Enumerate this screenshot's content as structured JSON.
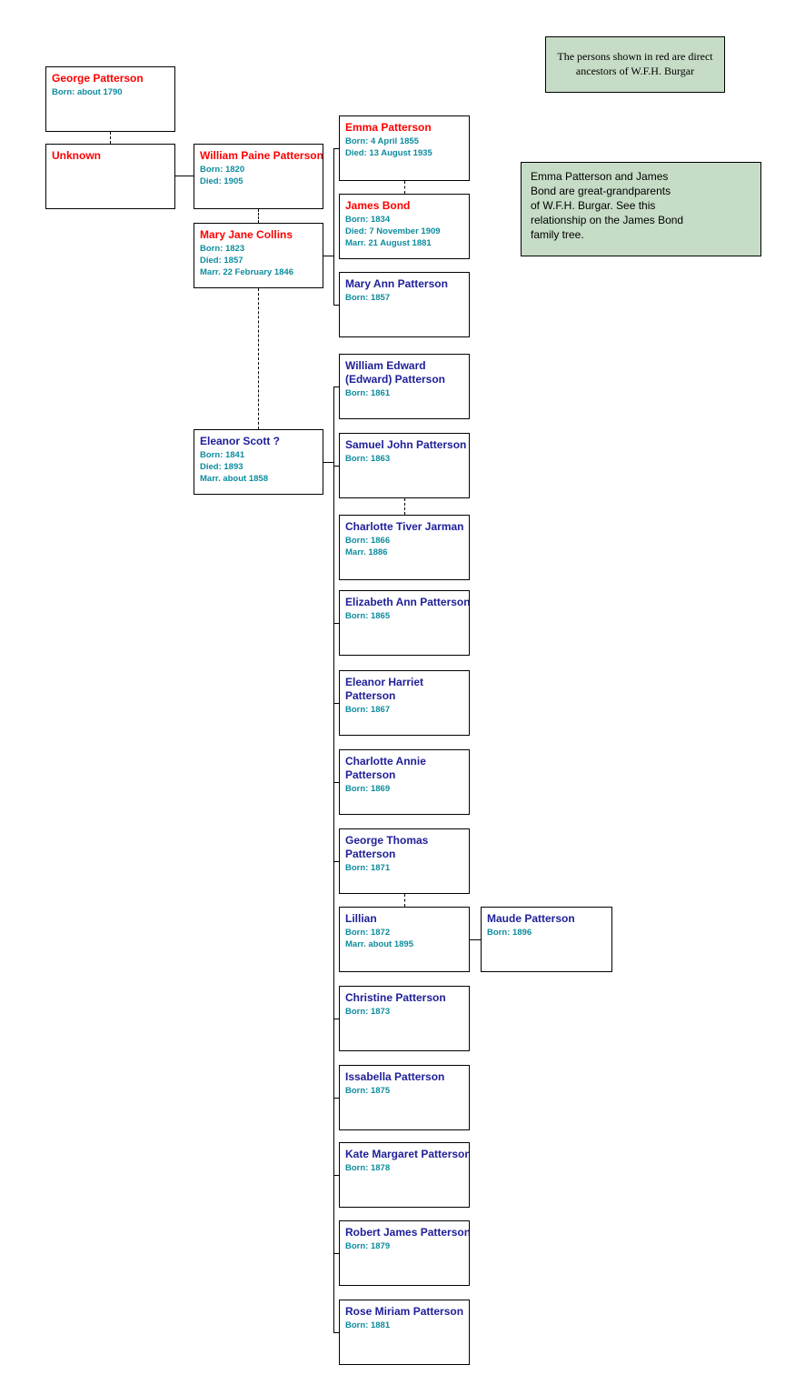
{
  "title": "Patterson family tree chart",
  "colors": {
    "red": "#ff0000",
    "navy": "#20209a",
    "detail": "#0d8c9e",
    "legendbg": "#c6dcc6",
    "line": "#000000"
  },
  "legend_top": {
    "text": "The persons shown in red are direct\nancestors of W.F.H. Burgar"
  },
  "legend_note": {
    "text": "Emma Patterson and James\nBond are great-grandparents\nof W.F.H. Burgar.  See this\nrelationship on the James Bond\nfamily tree."
  },
  "persons": {
    "george": {
      "name": "George Patterson",
      "direct": true,
      "lines": [
        "Born: about 1790"
      ]
    },
    "unknown": {
      "name": "Unknown",
      "direct": true,
      "lines": []
    },
    "william_paine": {
      "name": "William Paine Patterson",
      "direct": true,
      "lines": [
        "Born: 1820",
        "Died: 1905"
      ]
    },
    "mary_jane": {
      "name": "Mary Jane Collins",
      "direct": true,
      "lines": [
        "Born: 1823",
        "Died: 1857",
        "Marr. 22 February 1846"
      ]
    },
    "emma": {
      "name": "Emma Patterson",
      "direct": true,
      "lines": [
        "Born: 4 April 1855",
        "Died: 13 August 1935"
      ]
    },
    "james_bond": {
      "name": "James Bond",
      "direct": true,
      "lines": [
        "Born: 1834",
        "Died: 7 November 1909",
        "Marr. 21 August 1881"
      ]
    },
    "mary_ann": {
      "name": "Mary Ann Patterson",
      "direct": false,
      "lines": [
        "Born: 1857"
      ]
    },
    "eleanor_scott": {
      "name": "Eleanor Scott ?",
      "direct": false,
      "lines": [
        "Born: 1841",
        "Died: 1893",
        "Marr. about 1858"
      ]
    },
    "william_edward": {
      "name": "William Edward\n(Edward) Patterson",
      "direct": false,
      "lines": [
        "Born: 1861"
      ]
    },
    "samuel_john": {
      "name": "Samuel John Patterson",
      "direct": false,
      "lines": [
        "Born: 1863"
      ]
    },
    "charlotte_tiver": {
      "name": "Charlotte Tiver Jarman",
      "direct": false,
      "lines": [
        "Born: 1866",
        "Marr. 1886"
      ]
    },
    "elizabeth_ann": {
      "name": "Elizabeth Ann Patterson",
      "direct": false,
      "lines": [
        "Born: 1865"
      ]
    },
    "eleanor_harriet": {
      "name": "Eleanor Harriet\nPatterson",
      "direct": false,
      "lines": [
        "Born: 1867"
      ]
    },
    "charlotte_annie": {
      "name": "Charlotte Annie\nPatterson",
      "direct": false,
      "lines": [
        "Born: 1869"
      ]
    },
    "george_thomas": {
      "name": "George Thomas\nPatterson",
      "direct": false,
      "lines": [
        "Born: 1871"
      ]
    },
    "lillian": {
      "name": "Lillian",
      "direct": false,
      "lines": [
        "Born: 1872",
        "Marr. about 1895"
      ]
    },
    "maude": {
      "name": "Maude Patterson",
      "direct": false,
      "lines": [
        "Born: 1896"
      ]
    },
    "christine": {
      "name": "Christine Patterson",
      "direct": false,
      "lines": [
        "Born: 1873"
      ]
    },
    "issabella": {
      "name": "Issabella Patterson",
      "direct": false,
      "lines": [
        "Born: 1875"
      ]
    },
    "kate_margaret": {
      "name": "Kate Margaret Patterson",
      "direct": false,
      "lines": [
        "Born: 1878"
      ]
    },
    "robert_james": {
      "name": "Robert James Patterson",
      "direct": false,
      "lines": [
        "Born: 1879"
      ]
    },
    "rose_miriam": {
      "name": "Rose Miriam Patterson",
      "direct": false,
      "lines": [
        "Born: 1881"
      ]
    }
  }
}
